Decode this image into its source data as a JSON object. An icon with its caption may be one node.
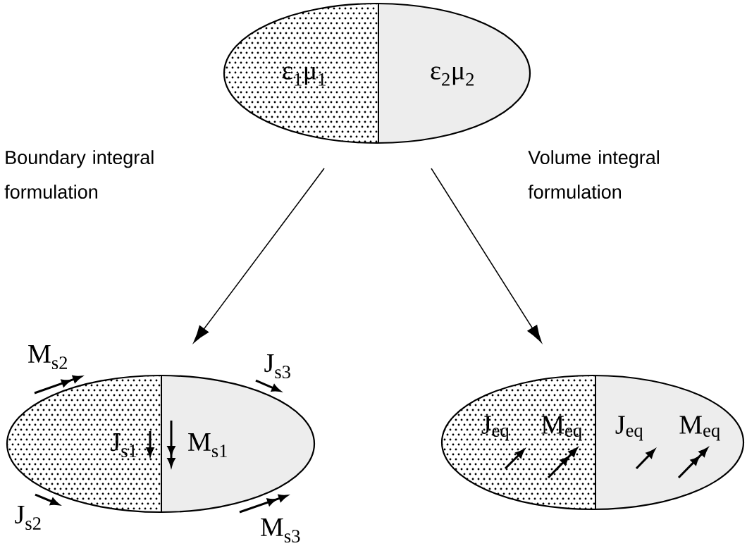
{
  "diagram": {
    "nodes": [
      {
        "text": [
          "ε$_{1}$μ$_{1}$",
          "ε$_{2}$μ$_{2}$"
        ]
      },
      {
        "text": [
          "J$_{s1}$",
          "M$_{s1}$"
        ],
        "beside": [
          "M$_{s2}$",
          "J$_{s3}$",
          "J$_{s2}$",
          "M$_{s3}$"
        ]
      },
      {
        "text": [
          "J$_{eq}$",
          "M$_{eq}$",
          "J$_{eq}$",
          "M$_{eq}$"
        ]
      }
    ],
    "edges": [
      {
        "from": 0,
        "to": 1,
        "arrow": "to"
      },
      {
        "from": 0,
        "to": 2,
        "arrow": "to"
      }
    ],
    "labels": [
      "Boundary integral formulation",
      "Volume integral formulation"
    ]
  }
}
